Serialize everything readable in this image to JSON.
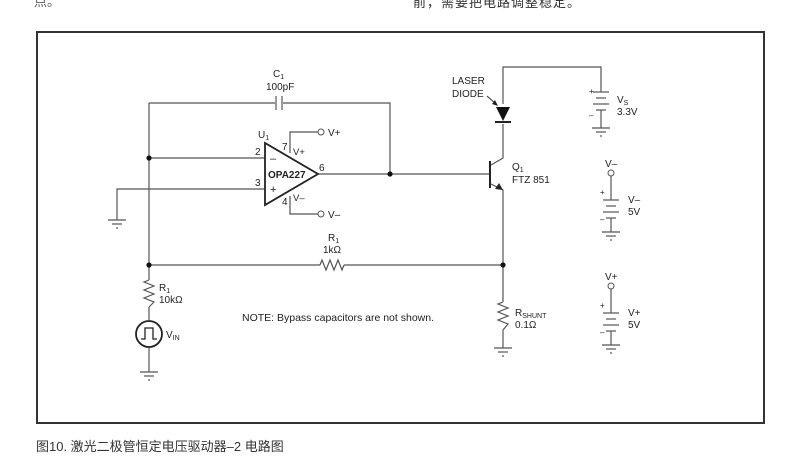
{
  "page": {
    "top_left_fragment": "点。",
    "top_right_fragment": "前，需要把电路调整稳定。",
    "caption": "图10. 激光二极管恒定电压驱动器–2 电路图"
  },
  "schematic": {
    "capacitor": {
      "ref": "C",
      "sub": "1",
      "value": "100pF"
    },
    "opamp": {
      "ref": "U",
      "sub": "1",
      "part": "OPA227",
      "pins": {
        "inv": "2",
        "noninv": "3",
        "vpos": "7",
        "vneg": "4",
        "out": "6"
      },
      "inv_sign": "–",
      "noninv_sign": "+",
      "vpos_label": "V+",
      "vneg_label": "V–",
      "vpos_terminal": "V+",
      "vneg_terminal": "V–"
    },
    "feedback_resistor": {
      "ref": "R",
      "sub": "1",
      "value": "1kΩ"
    },
    "input_resistor": {
      "ref": "R",
      "sub": "1",
      "value": "10kΩ"
    },
    "input_source": {
      "ref": "V",
      "sub": "IN"
    },
    "laser_diode": {
      "label_line1": "LASER",
      "label_line2": "DIODE"
    },
    "transistor": {
      "ref": "Q",
      "sub": "1",
      "part": "FTZ 851"
    },
    "shunt_resistor": {
      "ref": "R",
      "sub": "SHUNT",
      "value": "0.1Ω"
    },
    "supplies": [
      {
        "name": "vs",
        "terminal": "",
        "ref": "V",
        "sub": "S",
        "value": "3.3V",
        "plus": "+",
        "minus": "–"
      },
      {
        "name": "vneg",
        "terminal": "V–",
        "ref": "V–",
        "sub": "",
        "value": "5V",
        "plus": "+",
        "minus": "–"
      },
      {
        "name": "vpos",
        "terminal": "V+",
        "ref": "V+",
        "sub": "",
        "value": "5V",
        "plus": "+",
        "minus": "–"
      }
    ],
    "note": "NOTE: Bypass capacitors are not shown."
  }
}
